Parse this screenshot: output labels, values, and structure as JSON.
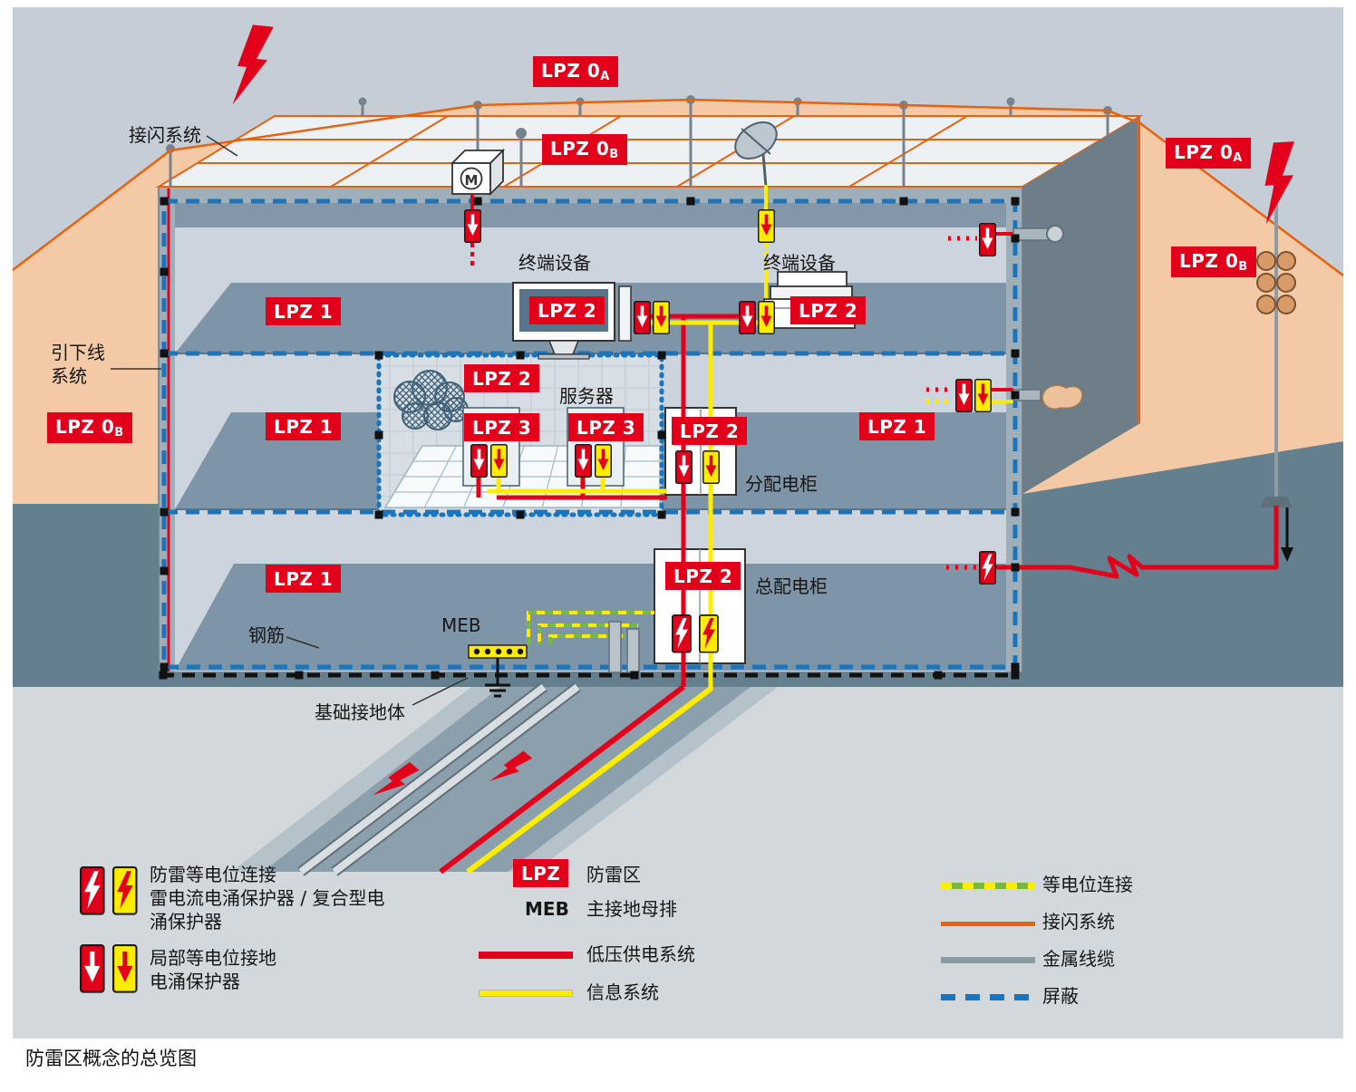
{
  "page_title": "防雷区概念的总览图",
  "badges": {
    "lpz0": "LPZ 0",
    "sub_a": "A",
    "sub_b": "B",
    "lpz1": "LPZ 1",
    "lpz2": "LPZ 2",
    "lpz3": "LPZ 3"
  },
  "scene": {
    "air_termination_system": "接闪系统",
    "terminal_equipment_left": "终端设备",
    "terminal_equipment_right": "终端设备",
    "server": "服务器",
    "down_conductor_line1": "引下线",
    "down_conductor_line2": "系统",
    "distribution_cabinet": "分配电柜",
    "main_distribution_cabinet": "总配电柜",
    "rebar": "钢筋",
    "meb": "MEB",
    "foundation_earth_electrode": "基础接地体",
    "motor_letter": "M"
  },
  "legend": {
    "bolt_spd_line1": "防雷等电位连接",
    "bolt_spd_line2": "雷电流电涌保护器 / 复合型电",
    "bolt_spd_line3": "涌保护器",
    "arrow_spd_line1": "局部等电位接地",
    "arrow_spd_line2": "电涌保护器",
    "lpz_badge": "LPZ",
    "lpz_label": "防雷区",
    "meb_abbr": "MEB",
    "meb_label": "主接地母排",
    "power_label": "低压供电系统",
    "info_label": "信息系统",
    "equipotential_label": "等电位连接",
    "air_termination_label": "接闪系统",
    "metal_cable_label": "金属线缆",
    "shield_label": "屏蔽"
  },
  "colors": {
    "badge_red": "#e2001a",
    "info_yellow": "#ffed00",
    "air_termination_orange": "#e8610f",
    "shield_blue": "#1b75bc",
    "metal_gray": "#8c9aa3",
    "equipotential_green": "#76b843",
    "lpz0b_zone_peach": "#f3c9a6"
  }
}
